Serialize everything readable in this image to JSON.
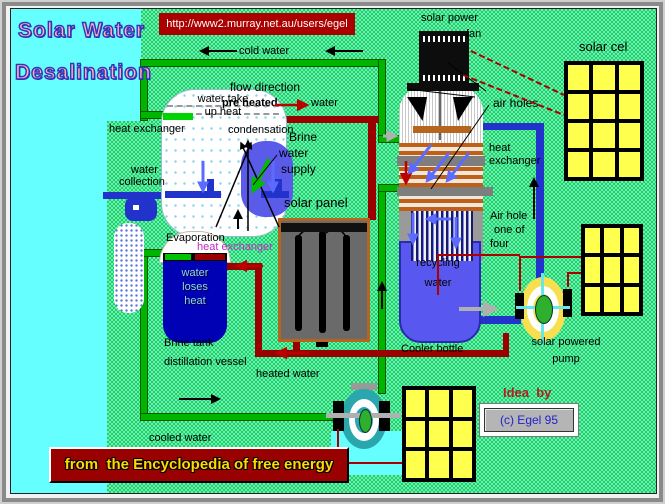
{
  "title": {
    "line1": "Solar Water",
    "line2": "Desalination"
  },
  "url_bar": {
    "text": "http://www2.murray.net.au/users/egel"
  },
  "labels": {
    "cold_water": "cold water",
    "solar_power": "solar power",
    "fan": "fan",
    "solar_cel": "solar cel",
    "air_holes": "air holes",
    "water_take_1": "water take",
    "water_take_2": "up heat",
    "heat_exchanger_left": "heat exchanger",
    "flow_direction": "flow direction",
    "pre_heated": "pre heated",
    "water_word": "water",
    "condensation": "condensation",
    "brine_1": "Brine",
    "brine_2": "water",
    "brine_3": "supply",
    "heat_exchanger_col_1": "heat",
    "heat_exchanger_col_2": "exchanger",
    "water_collection_1": "water",
    "water_collection_2": "collection",
    "solar_panel": "solar panel",
    "air_hole_1": "Air hole",
    "air_hole_2": "one of",
    "air_hole_3": "four",
    "evaporation": "Evaporation",
    "heat_exchanger_magenta": "heat exchanger",
    "tank_text_1": "water",
    "tank_text_2": "loses",
    "tank_text_3": "heat",
    "recycling_1": "recycling",
    "recycling_2": "water",
    "brine_tank_1": "Brine tank",
    "brine_tank_2": "distillation vessel",
    "cooler_bottle": "Cooler bottle",
    "heated_water": "heated water",
    "solar_pump_1": "solar powered",
    "solar_pump_2": "pump",
    "cooled_water": "cooled water",
    "idea_by": "Idea  by",
    "egel_button": "(c) Egel 95",
    "banner": "from  the Encyclopedia of free energy"
  },
  "colors": {
    "background_dither_light": "#6fefb4",
    "background_dither_dark": "#1ed167",
    "cyan_panel": "#66ffff",
    "pipe_green": "#00b400",
    "pipe_red": "#9b0000",
    "pipe_blue": "#2233cc",
    "solar_cell_yellow": "#ffff4d",
    "banner_red": "#990000",
    "banner_text_yellow": "#ffd900",
    "title_fill_pink": "#ffb0b0",
    "title_outline_blue": "#3333bb",
    "url_box_red": "#aa0000",
    "tank_blue": "#0000b4",
    "bottle_blue": "#5858f0"
  }
}
